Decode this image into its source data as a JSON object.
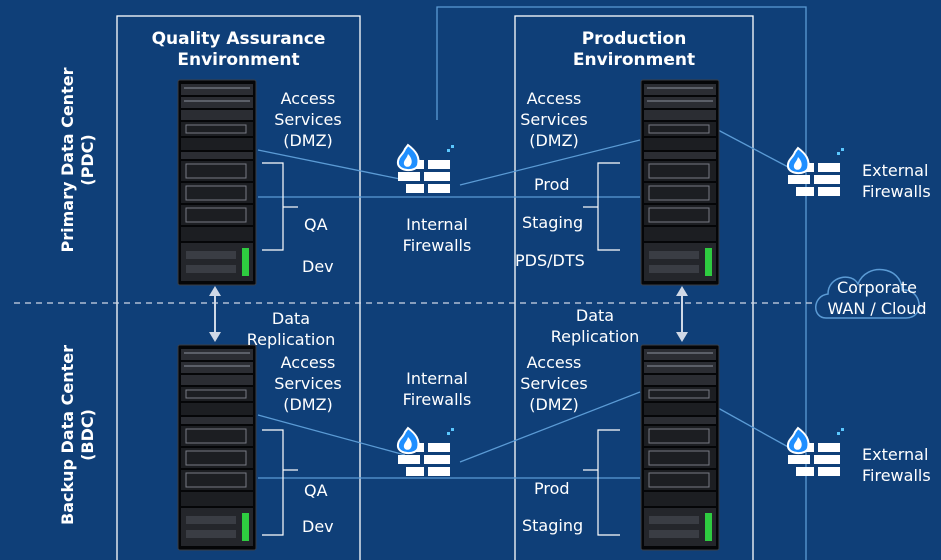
{
  "colors": {
    "background": "#0f3f78",
    "lines": "#5b9bd5",
    "text": "#ffffff",
    "flame": "#1f8fff"
  },
  "rows": {
    "primary": {
      "line1": "Primary Data Center",
      "line2": "(PDC)"
    },
    "backup": {
      "line1": "Backup Data Center",
      "line2": "(BDC)"
    }
  },
  "qa_env": {
    "line1": "Quality Assurance",
    "line2": "Environment"
  },
  "prod_env": {
    "line1": "Production",
    "line2": "Environment"
  },
  "access_services": {
    "line1": "Access",
    "line2": "Services",
    "line3": "(DMZ)"
  },
  "labels": {
    "qa": "QA",
    "dev": "Dev",
    "prod": "Prod",
    "staging": "Staging",
    "pds_dts": "PDS/DTS",
    "internal_fw": {
      "line1": "Internal",
      "line2": "Firewalls"
    },
    "external_fw": {
      "line1": "External",
      "line2": "Firewalls"
    },
    "data_replication": {
      "line1": "Data",
      "line2": "Replication"
    },
    "cloud": {
      "line1": "Corporate",
      "line2": "WAN / Cloud"
    }
  },
  "icons": [
    "server-rack-icon",
    "firewall-icon",
    "cloud-icon",
    "double-arrow-icon"
  ]
}
